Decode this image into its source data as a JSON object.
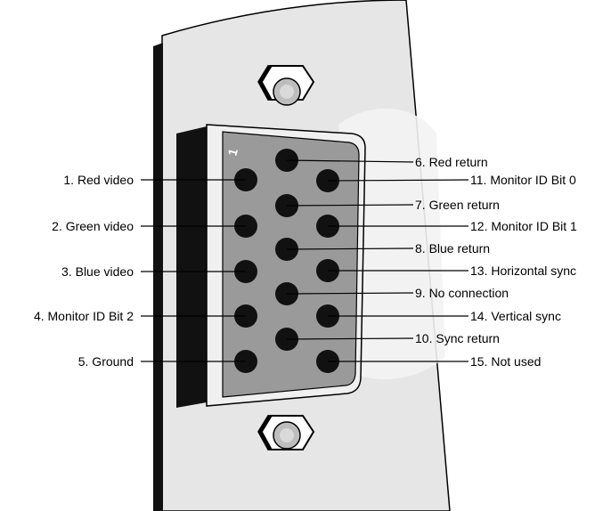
{
  "pin1_marker": "1",
  "left_labels": [
    "1. Red video",
    "2. Green video",
    "3. Blue video",
    "4. Monitor ID Bit 2",
    "5. Ground"
  ],
  "right_labels": [
    "6. Red return",
    "11. Monitor ID Bit 0",
    "7. Green return",
    "12. Monitor ID Bit 1",
    "8. Blue return",
    "13. Horizontal sync",
    "9. No connection",
    "14. Vertical sync",
    "10. Sync return",
    "15. Not used"
  ],
  "colors": {
    "panel": "#e6e6e6",
    "shell": "#9a9a9a",
    "pin": "#111111",
    "bracket": "#111111"
  }
}
